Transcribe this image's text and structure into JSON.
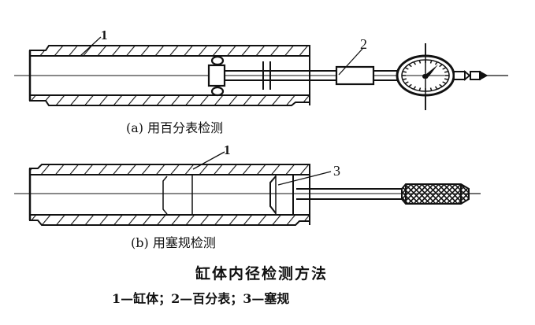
{
  "figure": {
    "title": "缸体内径检测方法",
    "legend": "1—缸体；2—百分表；3—塞规",
    "legend_items": [
      {
        "number": "1",
        "label": "缸体"
      },
      {
        "number": "2",
        "label": "百分表"
      },
      {
        "number": "3",
        "label": "塞规"
      }
    ]
  },
  "panel_a": {
    "caption": "(a) 用百分表检测",
    "callouts": [
      {
        "number": "1",
        "refers_to": "cylinder-body"
      },
      {
        "number": "2",
        "refers_to": "dial-indicator"
      }
    ]
  },
  "panel_b": {
    "caption": "(b) 用塞规检测",
    "callouts": [
      {
        "number": "1",
        "refers_to": "cylinder-body"
      },
      {
        "number": "3",
        "refers_to": "plug-gauge"
      }
    ]
  },
  "colors": {
    "ink": "#111111",
    "background": "#ffffff"
  }
}
